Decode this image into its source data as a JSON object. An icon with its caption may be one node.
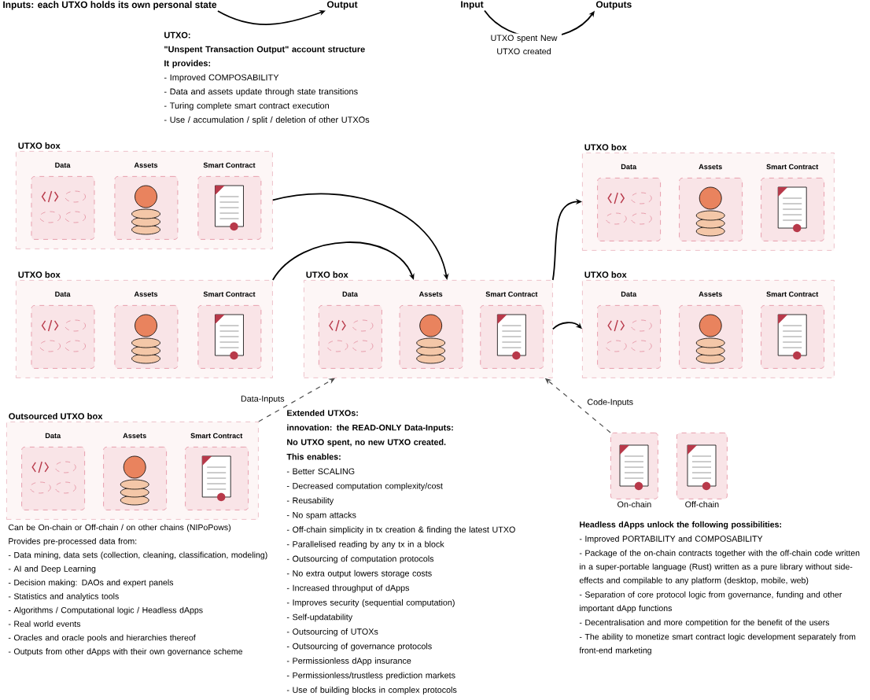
{
  "diagram": {
    "nodes": [
      {
        "text": [
          "Inputs: each UTXO holds its own personal state"
        ]
      },
      {
        "text": [
          "Output"
        ]
      },
      {
        "text": [
          "Input"
        ]
      },
      {
        "text": [
          "Outputs"
        ]
      },
      {
        "text": [
          "UTXO box"
        ]
      },
      {
        "text": [
          "Data"
        ],
        "in": 4
      },
      {
        "text": [
          "Assets"
        ],
        "in": 4
      },
      {
        "text": [
          "Smart Contract"
        ],
        "in": 4
      },
      {
        "text": [
          "UTXO box"
        ]
      },
      {
        "text": [
          "Data"
        ],
        "in": 8
      },
      {
        "text": [
          "Assets"
        ],
        "in": 8
      },
      {
        "text": [
          "Smart Contract"
        ],
        "in": 8
      },
      {
        "text": [
          "UTXO box"
        ]
      },
      {
        "text": [
          "Data"
        ],
        "in": 12
      },
      {
        "text": [
          "Assets"
        ],
        "in": 12
      },
      {
        "text": [
          "Smart Contract"
        ],
        "in": 12
      },
      {
        "text": [
          "UTXO box"
        ]
      },
      {
        "text": [
          "Data"
        ],
        "in": 16
      },
      {
        "text": [
          "Assets"
        ],
        "in": 16
      },
      {
        "text": [
          "Smart Contract"
        ],
        "in": 16
      },
      {
        "text": [
          "UTXO box"
        ]
      },
      {
        "text": [
          "Data"
        ],
        "in": 20
      },
      {
        "text": [
          "Assets"
        ],
        "in": 20
      },
      {
        "text": [
          "Smart Contract"
        ],
        "in": 20
      },
      {
        "text": [
          "Outsourced UTXO box"
        ]
      },
      {
        "text": [
          "Data"
        ],
        "in": 24
      },
      {
        "text": [
          "Assets"
        ],
        "in": 24
      },
      {
        "text": [
          "Smart Contract"
        ],
        "in": 24
      },
      {
        "text": [
          "On-chain"
        ]
      },
      {
        "text": [
          "Off-chain"
        ]
      }
    ],
    "edges": [
      {
        "from": 0,
        "to": 1,
        "arrow": "to"
      },
      {
        "from": 2,
        "to": 3,
        "arrow": "to",
        "label": "UTXO spent New UTXO created"
      },
      {
        "from": 4,
        "to": 12,
        "arrow": "to"
      },
      {
        "from": 8,
        "to": 12,
        "arrow": "to"
      },
      {
        "from": 12,
        "to": 16,
        "arrow": "to"
      },
      {
        "from": 12,
        "to": 20,
        "arrow": "to"
      },
      {
        "from": 24,
        "to": 12,
        "arrow": "to",
        "label": "Data-Inputs",
        "style": "dashed"
      },
      {
        "from": 28,
        "to": 12,
        "arrow": "to",
        "label": "Code-Inputs",
        "style": "dashed"
      }
    ],
    "labels": [
      "UTXO:",
      "\"Unspent Transaction Output\" account structure",
      "It provides:",
      "- Improved COMPOSABILITY",
      "- Data and assets update through state transitions",
      "- Turing complete smart contract execution",
      "- Use / accumulation / split / deletion of other UTXOs",
      "Can be On-chain or Off-chain / on other chains (NIPoPows)",
      "Provides pre-processed data from:",
      "- Data mining, data sets (collection, cleaning, classification, modeling)",
      "- AI and Deep Learning",
      "- Decision making: DAOs and expert panels",
      "- Statistics and analytics tools",
      "- Algorithms / Computational logic / Headless dApps",
      "- Real world events",
      "- Oracles and oracle pools and hierarchies thereof",
      "- Outputs from other dApps with their own governance scheme",
      "Extended UTXOs:",
      "innovation: the READ-ONLY Data-Inputs:",
      "No UTXO spent, no new UTXO created.",
      "This enables:",
      "- Better SCALING",
      "- Decreased computation complexity/cost",
      "- Reusability",
      "- No spam attacks",
      "- Off-chain simplicity in tx creation & finding the latest UTXO",
      "- Parallelised reading by any tx in a block",
      "- Outsourcing of computation protocols",
      "- No extra output lowers storage costs",
      "- Increased throughput of dApps",
      "- Improves security (sequential computation)",
      "- Self-updatability",
      "- Outsourcing of UTOXs",
      "- Outsourcing of governance protocols",
      "- Permissionless dApp insurance",
      "- Permissionless/trustless prediction markets",
      "- Use of building blocks in complex protocols",
      "Headless dApps unlock the following possibilities:",
      "- Improved PORTABILITY and COMPOSABILITY",
      "- Package of the on-chain contracts together with the off-chain code written in a super-portable language (Rust) written as a pure library without side-effects and compilable to any platform (desktop, mobile, web)",
      "- Separation of core protocol logic from governance, funding and other important dApp functions",
      "- Decentralisation and more competition for the benefit of the users",
      "- The ability to monetize smart contract logic development separately from front-end marketing"
    ]
  }
}
